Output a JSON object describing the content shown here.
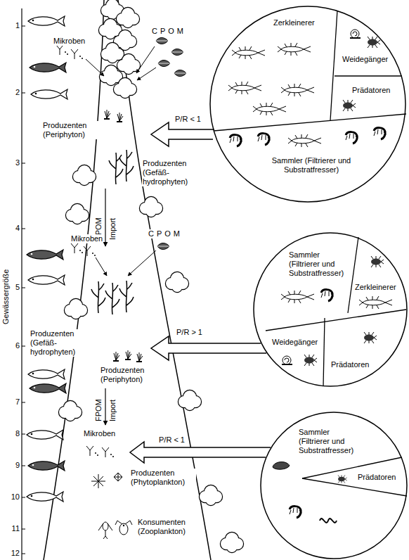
{
  "diagram": {
    "nodes": [
      {
        "text": [
          "Zerkleinerer",
          "Weidegänger",
          "Prädatoren",
          "Sammler (Filtrierer und Substratfresser)"
        ]
      },
      {
        "text": [
          "Sammler (Filtrierer und Substratfresser)",
          "Zerkleinerer",
          "Weidegänger",
          "Prädatoren"
        ]
      },
      {
        "text": [
          "Sammler (Filtrierer und Substratfresser)",
          "Prädatoren"
        ]
      }
    ],
    "labels": [
      "1",
      "2",
      "3",
      "4",
      "5",
      "6",
      "7",
      "8",
      "9",
      "10",
      "11",
      "12",
      "Gewässergröße",
      "Mikroben",
      "CPOM",
      "P/R < 1",
      "Produzenten (Periphyton)",
      "Produzenten (Gefäß-hydrophyten)",
      "FPOM",
      "Import",
      "Mikroben",
      "CPOM",
      "P/R > 1",
      "Produzenten (Gefäß-hydrophyten)",
      "Produzenten (Periphyton)",
      "FPOM",
      "Import",
      "Mikroben",
      "P/R < 1",
      "Produzenten (Phytoplankton)",
      "Konsumenten (Zooplankton)"
    ]
  }
}
